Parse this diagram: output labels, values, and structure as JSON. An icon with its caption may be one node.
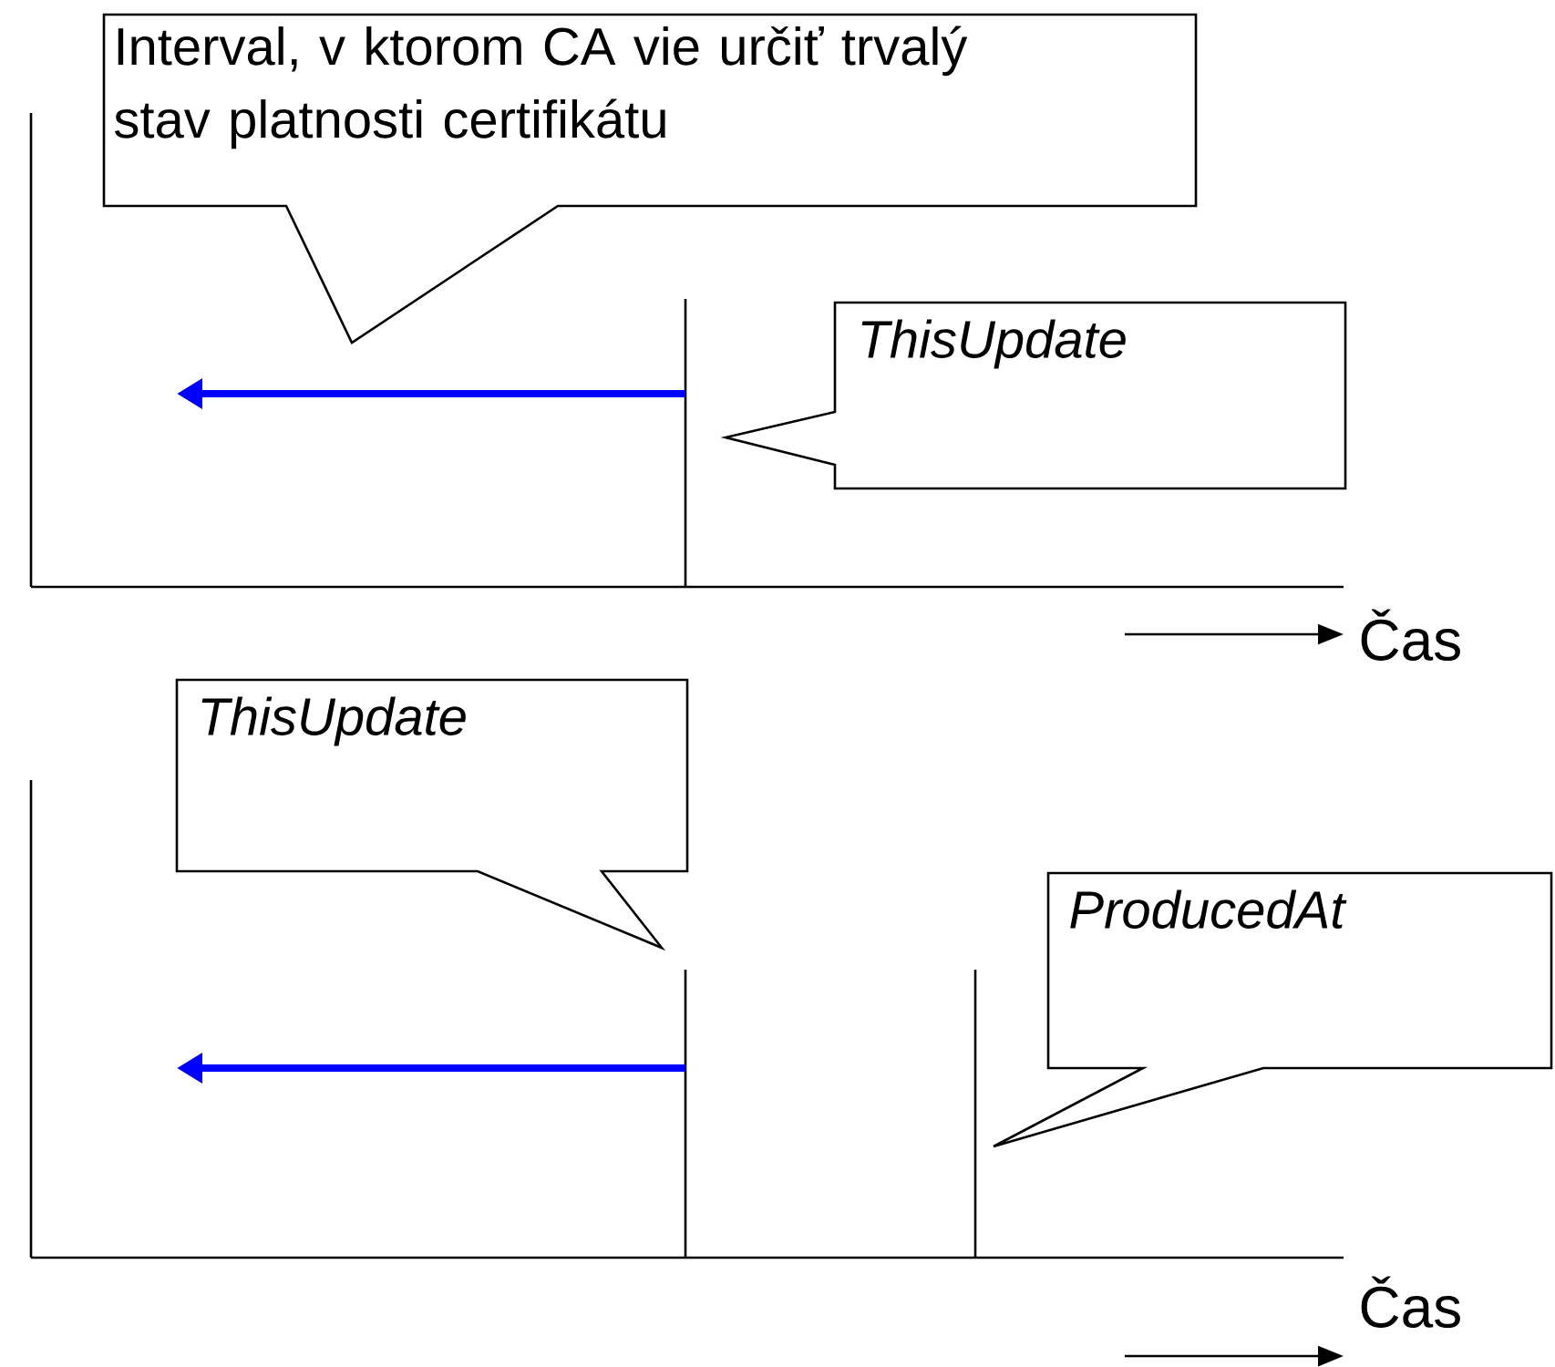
{
  "diagram": {
    "nodes": [
      {
        "text": [
          "Interval, v ktorom CA vie určiť trvalý stav platnosti certifikátu"
        ]
      },
      {
        "text": [
          "ThisUpdate"
        ]
      },
      {
        "text": [
          "ThisUpdate"
        ]
      },
      {
        "text": [
          "ProducedAt"
        ]
      }
    ],
    "labels": [
      "Čas",
      "Čas"
    ]
  }
}
